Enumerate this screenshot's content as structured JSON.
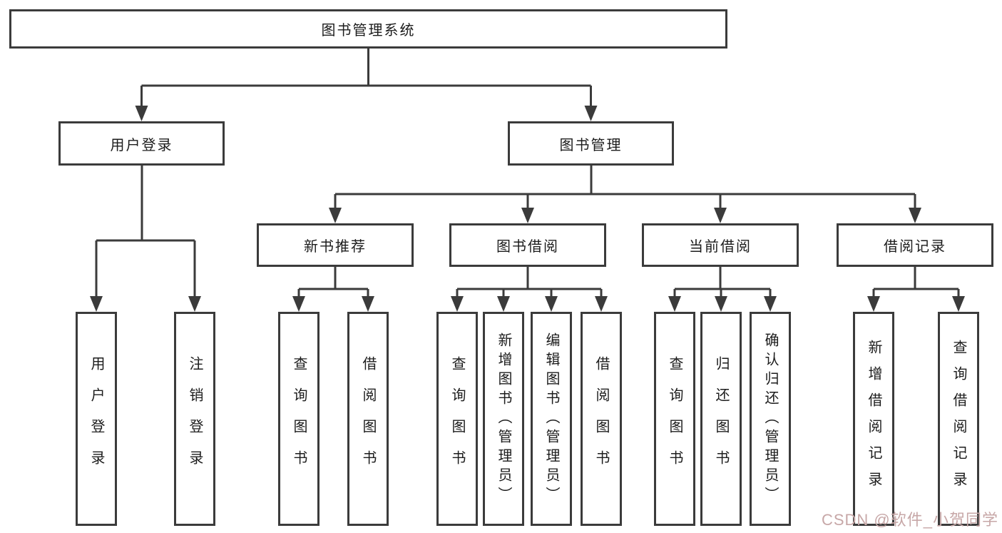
{
  "diagram": {
    "root": "图书管理系统",
    "level2": {
      "user_login": "用户登录",
      "book_mgmt": "图书管理"
    },
    "level3": {
      "new_books": "新书推荐",
      "borrow": "图书借阅",
      "current": "当前借阅",
      "records": "借阅记录"
    },
    "leaves": {
      "user_login": [
        "用户登录",
        "注销登录"
      ],
      "new_books": [
        "查询图书",
        "借阅图书"
      ],
      "borrow": [
        "查询图书",
        "新增图书（管理员）",
        "编辑图书（管理员）",
        "借阅图书"
      ],
      "current": [
        "查询图书",
        "归还图书",
        "确认归还（管理员）"
      ],
      "records": [
        "新增借阅记录",
        "查询借阅记录"
      ]
    }
  },
  "watermark": {
    "text": "CSDN @软件_小贺同学",
    "color": "#c7a7a7"
  },
  "colors": {
    "line": "#3b3b3b",
    "text": "#1c1c1c",
    "background": "#ffffff"
  }
}
